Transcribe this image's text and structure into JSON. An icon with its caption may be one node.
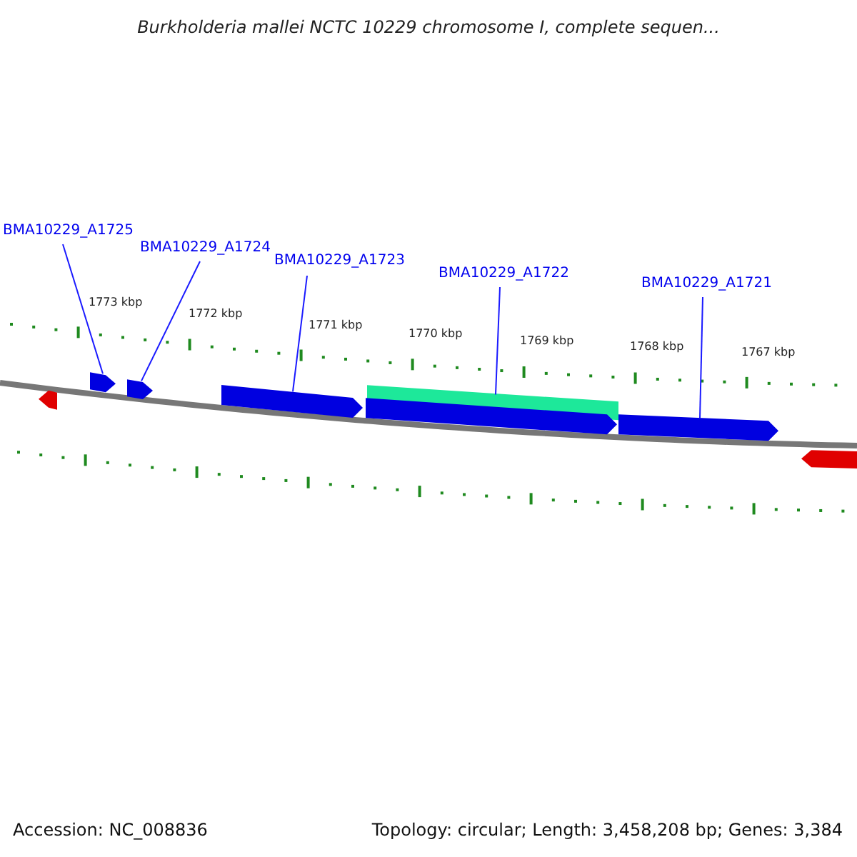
{
  "diagram": {
    "title": "Burkholderia mallei NCTC 10229 chromosome I, complete sequen...",
    "nodes": [
      {
        "text": [
          "BMA10229_A1725"
        ]
      },
      {
        "text": [
          "BMA10229_A1724"
        ]
      },
      {
        "text": [
          "BMA10229_A1723"
        ]
      },
      {
        "text": [
          "BMA10229_A1722"
        ]
      },
      {
        "text": [
          "BMA10229_A1721"
        ]
      },
      {
        "text": [],
        "shape": "arrow"
      },
      {
        "text": [],
        "shape": "arrow"
      },
      {
        "text": [],
        "shape": "arrow"
      },
      {
        "text": [],
        "shape": "arrow"
      },
      {
        "text": [],
        "shape": "bar"
      },
      {
        "text": [],
        "shape": "arrow"
      },
      {
        "text": [],
        "shape": "arrow"
      },
      {
        "text": [],
        "shape": "arrow"
      }
    ],
    "edges": [
      {
        "from": 0,
        "to": 6,
        "arrow": "none"
      },
      {
        "from": 1,
        "to": 7,
        "arrow": "none"
      },
      {
        "from": 2,
        "to": 8,
        "arrow": "none"
      },
      {
        "from": 3,
        "to": 9,
        "arrow": "none"
      },
      {
        "from": 4,
        "to": 11,
        "arrow": "none"
      }
    ],
    "labels": [
      "1773 kbp",
      "1772 kbp",
      "1771 kbp",
      "1770 kbp",
      "1769 kbp",
      "1768 kbp",
      "1767 kbp",
      "Accession: NC_008836",
      "Topology: circular; Length: 3,458,208 bp; Genes: 3,384"
    ]
  }
}
